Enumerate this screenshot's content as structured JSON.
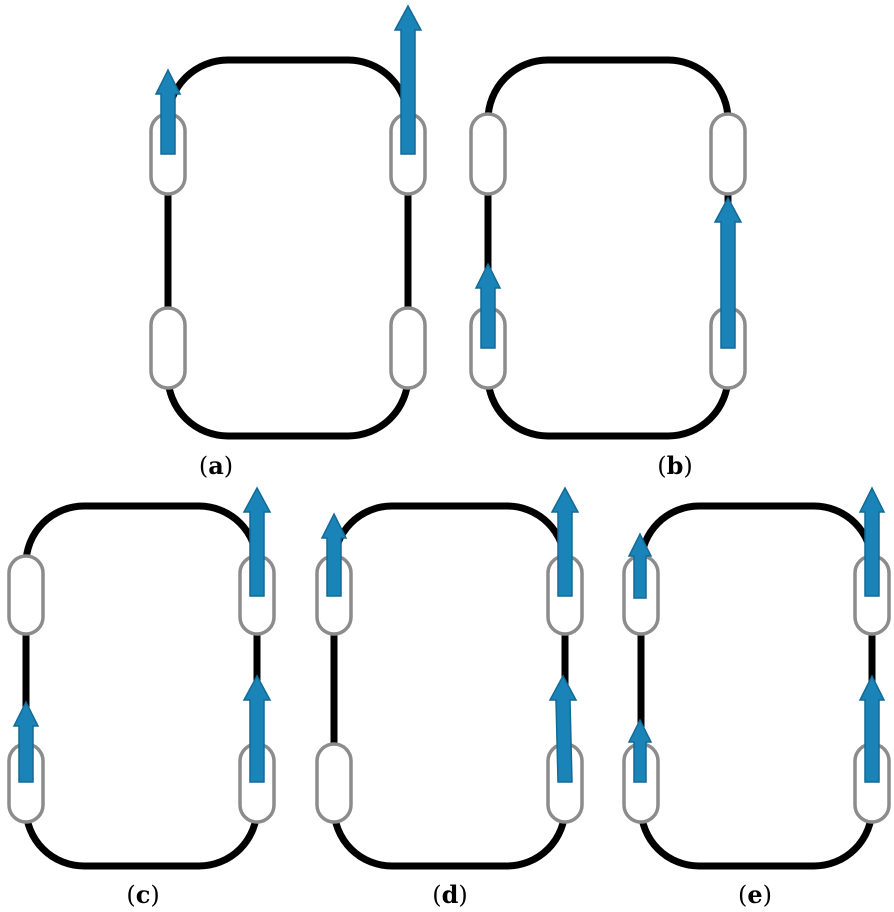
{
  "colors": {
    "body_outline": "#000000",
    "wheel_outline": "#8c8c8c",
    "wheel_fill": "#ffffff",
    "arrow_fill": "#1a84b8",
    "arrow_stroke": "#146a96"
  },
  "panels": [
    {
      "id": "a",
      "caption": {
        "open": "(",
        "letter": "a",
        "close": ")"
      },
      "arrows": {
        "front_left": "short",
        "front_right": "long"
      }
    },
    {
      "id": "b",
      "caption": {
        "open": "(",
        "letter": "b",
        "close": ")"
      },
      "arrows": {
        "rear_left": "short",
        "rear_right": "long"
      }
    },
    {
      "id": "c",
      "caption": {
        "open": "(",
        "letter": "c",
        "close": ")"
      },
      "arrows": {
        "rear_left": "short",
        "front_right": "long",
        "rear_right": "long"
      }
    },
    {
      "id": "d",
      "caption": {
        "open": "(",
        "letter": "d",
        "close": ")"
      },
      "arrows": {
        "front_left": "short",
        "front_right": "long",
        "rear_right": "long"
      }
    },
    {
      "id": "e",
      "caption": {
        "open": "(",
        "letter": "e",
        "close": ")"
      },
      "arrows": {
        "front_left": "short",
        "rear_left": "short",
        "front_right": "long",
        "rear_right": "long"
      }
    }
  ]
}
